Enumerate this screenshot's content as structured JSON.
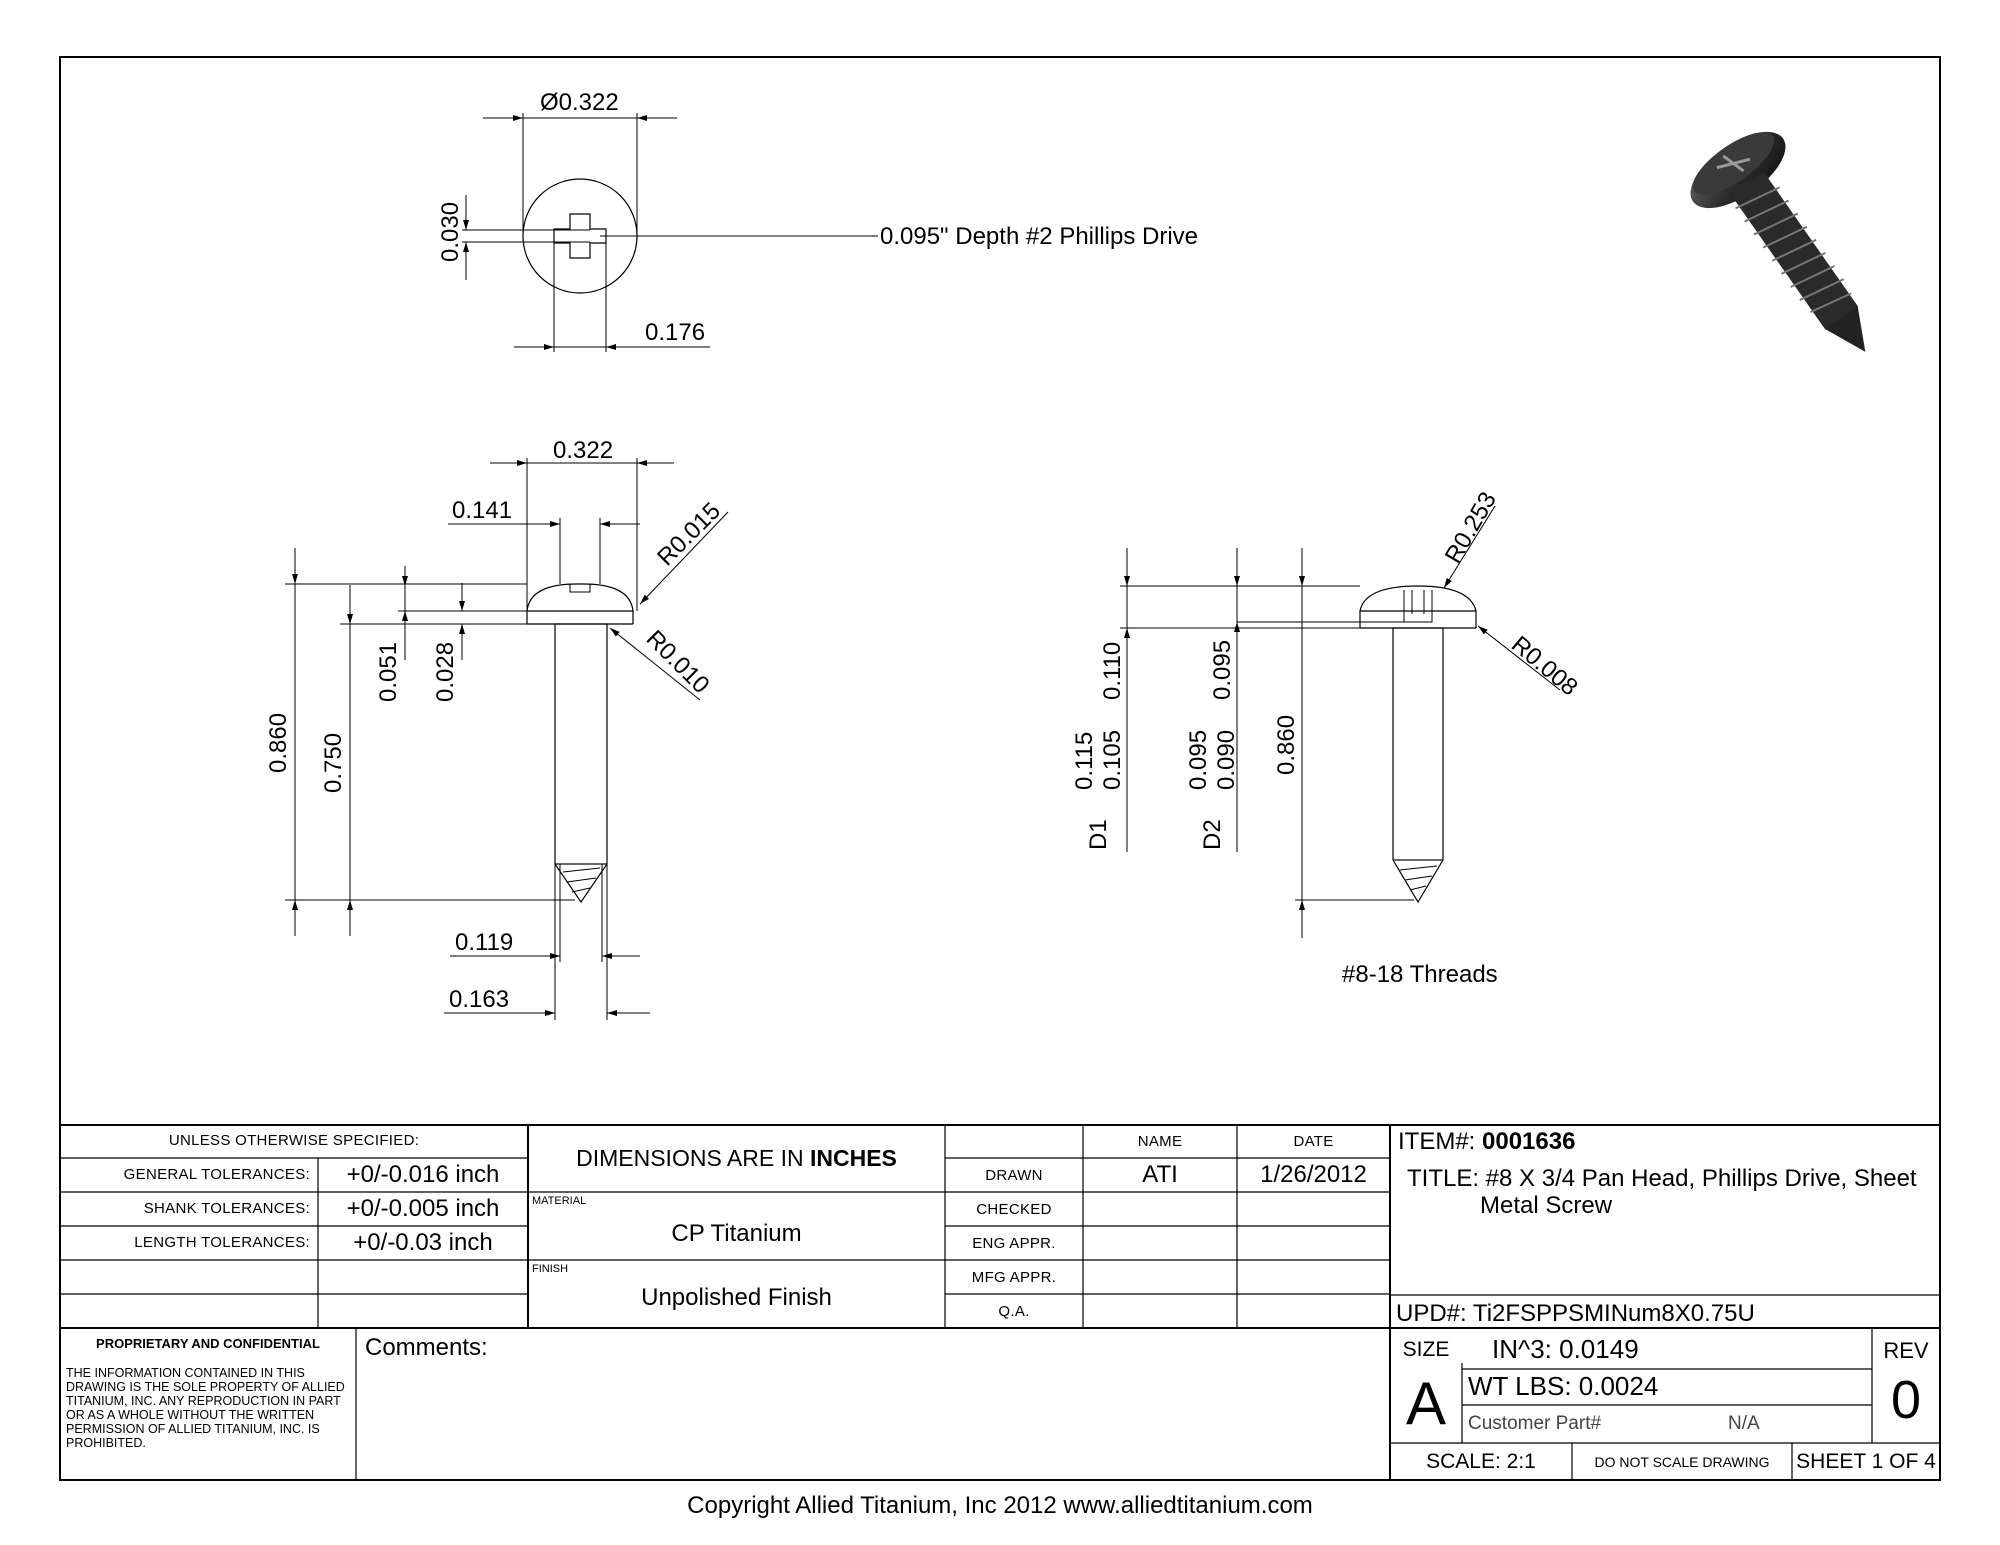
{
  "drawing": {
    "top_view": {
      "head_diameter": "Ø0.322",
      "slot_width": "0.030",
      "recess_width": "0.176",
      "drive_note": "0.095\" Depth #2 Phillips Drive"
    },
    "side_view": {
      "head_diameter": "0.322",
      "head_dim": "0.141",
      "radius_top": "R0.015",
      "radius_under": "R0.010",
      "overall_length": "0.860",
      "thread_length": "0.750",
      "head_height": "0.051",
      "head_flat": "0.028",
      "minor_dia": "0.119",
      "major_dia": "0.163"
    },
    "section_view": {
      "radius_top": "R0.253",
      "radius_under": "R0.008",
      "d1_label": "D1",
      "d1_values": [
        "0.115",
        "0.105"
      ],
      "d1_height": "0.110",
      "d2_label": "D2",
      "d2_values": [
        "0.095",
        "0.090"
      ],
      "d2_height": "0.095",
      "length": "0.860",
      "thread_note": "#8-18 Threads"
    }
  },
  "title_block": {
    "unless_specified": "UNLESS OTHERWISE SPECIFIED:",
    "tolerances": [
      {
        "label": "GENERAL TOLERANCES:",
        "value": "+0/-0.016 inch"
      },
      {
        "label": "SHANK TOLERANCES:",
        "value": "+0/-0.005 inch"
      },
      {
        "label": "LENGTH TOLERANCES:",
        "value": "+0/-0.03 inch"
      }
    ],
    "dimensions_prefix": "DIMENSIONS ARE IN",
    "dimensions_unit": "INCHES",
    "material_caption": "MATERIAL",
    "material": "CP Titanium",
    "finish_caption": "FINISH",
    "finish": "Unpolished Finish",
    "approvals_header": {
      "name": "NAME",
      "date": "DATE"
    },
    "approvals": [
      {
        "role": "DRAWN",
        "name": "ATI",
        "date": "1/26/2012"
      },
      {
        "role": "CHECKED",
        "name": "",
        "date": ""
      },
      {
        "role": "ENG APPR.",
        "name": "",
        "date": ""
      },
      {
        "role": "MFG APPR.",
        "name": "",
        "date": ""
      },
      {
        "role": "Q.A.",
        "name": "",
        "date": ""
      }
    ],
    "item_label": "ITEM#:",
    "item_number": "0001636",
    "title_line1": "TITLE: #8 X 3/4 Pan Head, Phillips Drive, Sheet",
    "title_line2": "Metal Screw",
    "upd_label": "UPD#:",
    "upd_value": "Ti2FSPPSMINum8X0.75U",
    "proprietary_heading": "PROPRIETARY AND CONFIDENTIAL",
    "proprietary_text": "THE INFORMATION CONTAINED IN THIS DRAWING IS THE SOLE PROPERTY OF ALLIED TITANIUM, INC. ANY REPRODUCTION IN PART OR AS A WHOLE WITHOUT THE WRITTEN PERMISSION OF ALLIED TITANIUM, INC. IS PROHIBITED.",
    "comments_label": "Comments:",
    "size_label": "SIZE",
    "size_value": "A",
    "volume_label": "IN^3:",
    "volume_value": "0.0149",
    "weight_label": "WT LBS:",
    "weight_value": "0.0024",
    "customer_part_label": "Customer Part#",
    "customer_part_value": "N/A",
    "rev_label": "REV",
    "rev_value": "0",
    "scale": "SCALE: 2:1",
    "do_not_scale": "DO NOT SCALE DRAWING",
    "sheet": "SHEET 1 OF 4"
  },
  "copyright": "Copyright Allied Titanium, Inc 2012 www.alliedtitanium.com"
}
